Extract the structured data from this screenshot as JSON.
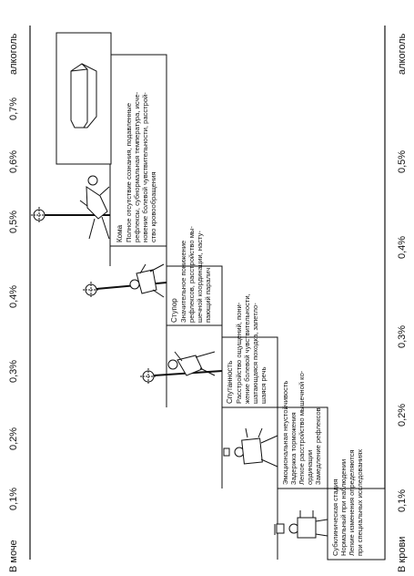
{
  "axes": {
    "urine_label": "В моче",
    "urine_end": "алкоголь",
    "blood_label": "В крови",
    "blood_end": "алкоголь",
    "urine_ticks": [
      "0,1%",
      "0,2%",
      "0,3%",
      "0,4%",
      "0,5%",
      "0,6%",
      "0,7%"
    ],
    "blood_ticks": [
      "0,1%",
      "0,2%",
      "0,3%",
      "0,4%",
      "0,5%"
    ]
  },
  "stages": [
    {
      "title": "",
      "lines": [
        "Субклиническая стадия",
        "Нормальный при наблюдении",
        "Легкие изменения определяются",
        "при специальных исследованиях"
      ]
    },
    {
      "title": "",
      "lines": [
        "Эмоциональная неустойчивость",
        "Задержка торможения",
        "Легкое расстройство мышечной ко-",
        "ординации",
        "Замедление рефлексов"
      ]
    },
    {
      "title": "Спутанность",
      "lines": [
        "Расстройство ощущений, пони-",
        "жение болевой чувствительности,",
        "шатающаяся походка, запетло-",
        "шаяся речь"
      ]
    },
    {
      "title": "Ступор",
      "lines": [
        "Значительное понижение",
        "рефлексов, расстройство мы-",
        "шечной координации, насту-",
        "пающий паралич"
      ]
    },
    {
      "title": "Кома",
      "lines": [
        "Полное отсутствие сознания, подавленные",
        "рефлексы, субнормальная температура, исче-",
        "новение болевой чувствительности, расстрой-",
        "ство кровообращения"
      ]
    }
  ]
}
